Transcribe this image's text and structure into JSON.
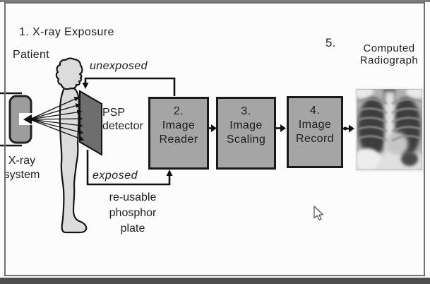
{
  "frame": {
    "type": "video-frame-slide",
    "background": "#fcfcfc",
    "top_bar_color": "#7b7b7b",
    "bottom_bar_color": "#4f4f4f",
    "border_color": "#6f6f6f"
  },
  "exposure_stage": {
    "title": "1. X-ray Exposure",
    "patient_label": "Patient",
    "xray_system_label": {
      "line1": "X-ray",
      "line2": "system"
    },
    "psp_detector_label": {
      "line1": "PSP",
      "line2": "detector"
    },
    "unexposed_label": "unexposed",
    "exposed_label": "exposed",
    "phosphor_plate_label": {
      "line1": "re-usable",
      "line2": "phosphor",
      "line3": "plate"
    }
  },
  "process_boxes": [
    {
      "number": "2.",
      "line1": "Image",
      "line2": "Reader"
    },
    {
      "number": "3.",
      "line1": "Image",
      "line2": "Scaling"
    },
    {
      "number": "4.",
      "line1": "Image",
      "line2": "Record"
    }
  ],
  "output_stage": {
    "number": "5.",
    "caption": {
      "line1": "Computed",
      "line2": "Radiograph"
    }
  },
  "icons": {
    "cursor": "arrow-pointer-icon",
    "radiograph": "chest-xray-image",
    "xray_tube": "xray-tube-icon",
    "patient_figure": "standing-patient-silhouette",
    "psp_plate": "psp-detector-plate-icon"
  },
  "colors": {
    "box_fill": "#a5a5a5",
    "box_border": "#1a1a1a",
    "detector_fill": "#6e6e6e",
    "figure_fill": "#dcdcdc",
    "tube_fill": "#9d9d9d",
    "line": "#141414",
    "text": "#1e1e1e"
  }
}
